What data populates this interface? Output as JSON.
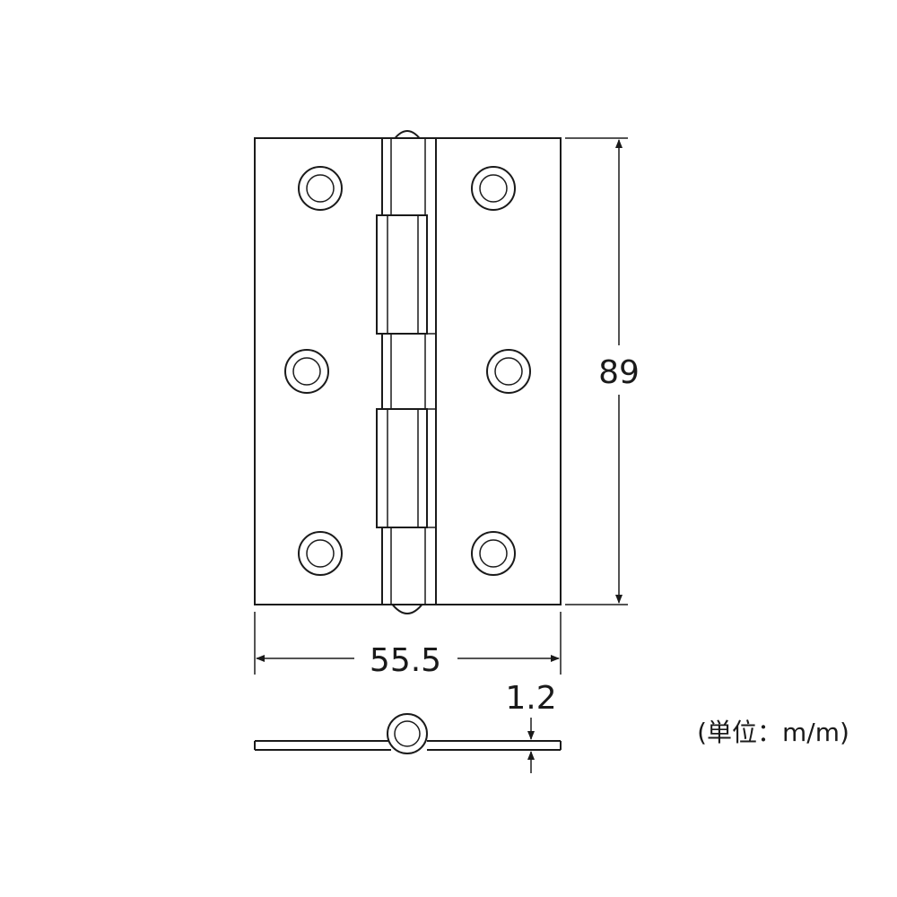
{
  "dimensions": {
    "height": "89",
    "width": "55.5",
    "thickness": "1.2"
  },
  "unit_note": "(単位：m/m)",
  "colors": {
    "line": "#1a1a1a",
    "background": "#ffffff"
  }
}
